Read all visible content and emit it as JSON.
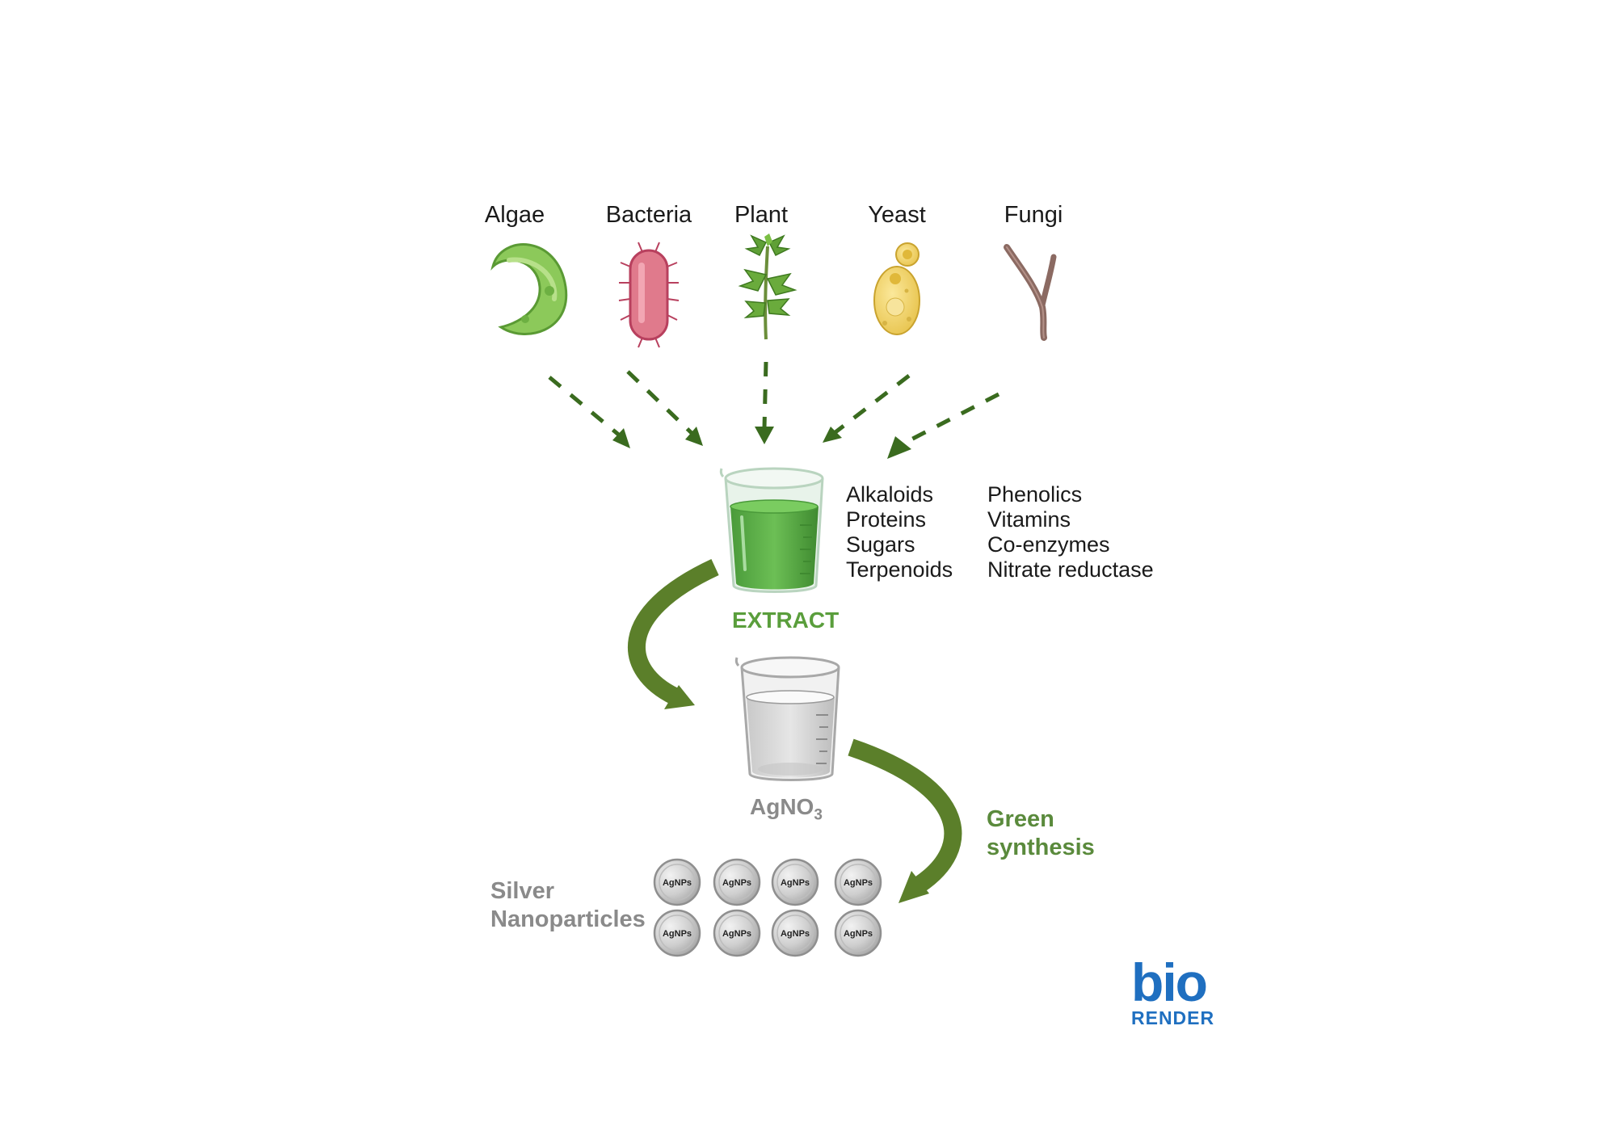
{
  "organisms": [
    {
      "name": "Algae",
      "icon": "algae-icon"
    },
    {
      "name": "Bacteria",
      "icon": "bacteria-icon"
    },
    {
      "name": "Plant",
      "icon": "plant-icon"
    },
    {
      "name": "Yeast",
      "icon": "yeast-icon"
    },
    {
      "name": "Fungi",
      "icon": "fungi-icon"
    }
  ],
  "extract": {
    "label": "EXTRACT",
    "compounds_left": [
      "Alkaloids",
      "Proteins",
      "Sugars",
      "Terpenoids"
    ],
    "compounds_right": [
      "Phenolics",
      "Vitamins",
      "Co-enzymes",
      "Nitrate reductase"
    ]
  },
  "reagent": {
    "base": "AgNO",
    "subscript": "3"
  },
  "process_label": {
    "line1": "Green",
    "line2": "synthesis"
  },
  "product": {
    "label_line1": "Silver",
    "label_line2": "Nanoparticles",
    "particle_label": "AgNPs"
  },
  "logo": {
    "line1": "bio",
    "line2": "RENDER"
  },
  "colors": {
    "arrow_green": "#5b7f2a",
    "dashed_arrow": "#3a6b1f",
    "extract_green": "#5a9e3c",
    "grey_text": "#8a8a8a",
    "logo_blue": "#1f6fc0"
  }
}
